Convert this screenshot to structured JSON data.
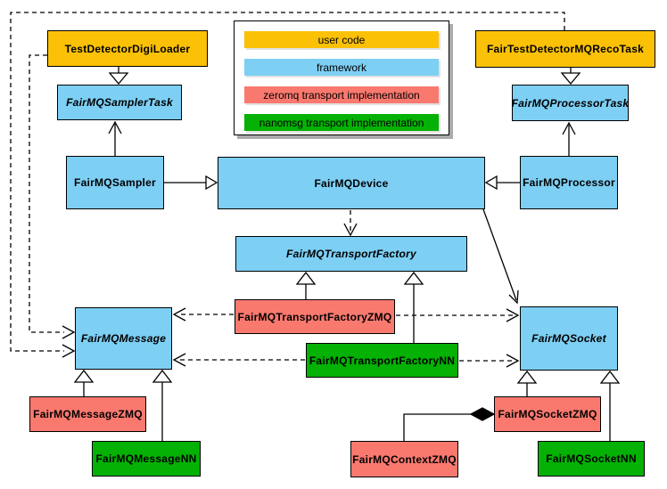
{
  "colors": {
    "user": "#FBC106",
    "framework": "#7DCFF4",
    "zeromq": "#FA796F",
    "nanomsg": "#04B104",
    "line": "#000000",
    "background": "#FFFFFF"
  },
  "legend": {
    "items": [
      {
        "label": "user code",
        "color": "#FBC106",
        "category": "user"
      },
      {
        "label": "framework",
        "color": "#7DCFF4",
        "category": "framework"
      },
      {
        "label": "zeromq transport implementation",
        "color": "#FA796F",
        "category": "zeromq"
      },
      {
        "label": "nanomsg transport implementation",
        "color": "#04B104",
        "category": "nanomsg"
      }
    ]
  },
  "nodes": {
    "test_detector_digi_loader": {
      "label": "TestDetectorDigiLoader",
      "category": "user",
      "abstract": false
    },
    "fair_test_detector_mq_reco_task": {
      "label": "FairTestDetectorMQRecoTask",
      "category": "user",
      "abstract": false
    },
    "fairmq_sampler_task": {
      "label": "FairMQSamplerTask",
      "category": "framework",
      "abstract": true
    },
    "fairmq_processor_task": {
      "label": "FairMQProcessorTask",
      "category": "framework",
      "abstract": true
    },
    "fairmq_sampler": {
      "label": "FairMQSampler",
      "category": "framework",
      "abstract": false
    },
    "fairmq_device": {
      "label": "FairMQDevice",
      "category": "framework",
      "abstract": false
    },
    "fairmq_processor": {
      "label": "FairMQProcessor",
      "category": "framework",
      "abstract": false
    },
    "fairmq_transport_factory": {
      "label": "FairMQTransportFactory",
      "category": "framework",
      "abstract": true
    },
    "fairmq_transport_factory_zmq": {
      "label": "FairMQTransportFactoryZMQ",
      "category": "zeromq",
      "abstract": false
    },
    "fairmq_transport_factory_nn": {
      "label": "FairMQTransportFactoryNN",
      "category": "nanomsg",
      "abstract": false
    },
    "fairmq_message": {
      "label": "FairMQMessage",
      "category": "framework",
      "abstract": true
    },
    "fairmq_socket": {
      "label": "FairMQSocket",
      "category": "framework",
      "abstract": true
    },
    "fairmq_message_zmq": {
      "label": "FairMQMessageZMQ",
      "category": "zeromq",
      "abstract": false
    },
    "fairmq_message_nn": {
      "label": "FairMQMessageNN",
      "category": "nanomsg",
      "abstract": false
    },
    "fairmq_context_zmq": {
      "label": "FairMQContextZMQ",
      "category": "zeromq",
      "abstract": false
    },
    "fairmq_socket_zmq": {
      "label": "FairMQSocketZMQ",
      "category": "zeromq",
      "abstract": false
    },
    "fairmq_socket_nn": {
      "label": "FairMQSocketNN",
      "category": "nanomsg",
      "abstract": false
    }
  },
  "relationships": [
    {
      "from": "TestDetectorDigiLoader",
      "to": "FairMQSamplerTask",
      "type": "inheritance"
    },
    {
      "from": "FairTestDetectorMQRecoTask",
      "to": "FairMQProcessorTask",
      "type": "inheritance"
    },
    {
      "from": "FairMQSampler",
      "to": "FairMQDevice",
      "type": "inheritance"
    },
    {
      "from": "FairMQProcessor",
      "to": "FairMQDevice",
      "type": "inheritance"
    },
    {
      "from": "FairMQTransportFactoryZMQ",
      "to": "FairMQTransportFactory",
      "type": "inheritance"
    },
    {
      "from": "FairMQTransportFactoryNN",
      "to": "FairMQTransportFactory",
      "type": "inheritance"
    },
    {
      "from": "FairMQMessageZMQ",
      "to": "FairMQMessage",
      "type": "inheritance"
    },
    {
      "from": "FairMQMessageNN",
      "to": "FairMQMessage",
      "type": "inheritance"
    },
    {
      "from": "FairMQSocketZMQ",
      "to": "FairMQSocket",
      "type": "inheritance"
    },
    {
      "from": "FairMQSocketNN",
      "to": "FairMQSocket",
      "type": "inheritance"
    },
    {
      "from": "FairMQSampler",
      "to": "FairMQSamplerTask",
      "type": "association"
    },
    {
      "from": "FairMQProcessor",
      "to": "FairMQProcessorTask",
      "type": "association"
    },
    {
      "from": "FairMQDevice",
      "to": "FairMQSocket",
      "type": "association"
    },
    {
      "from": "FairMQDevice",
      "to": "FairMQTransportFactory",
      "type": "dependency"
    },
    {
      "from": "FairMQTransportFactoryZMQ",
      "to": "FairMQMessage",
      "type": "dependency"
    },
    {
      "from": "FairMQTransportFactoryZMQ",
      "to": "FairMQSocket",
      "type": "dependency"
    },
    {
      "from": "FairMQTransportFactoryNN",
      "to": "FairMQMessage",
      "type": "dependency"
    },
    {
      "from": "FairMQTransportFactoryNN",
      "to": "FairMQSocket",
      "type": "dependency"
    },
    {
      "from": "TestDetectorDigiLoader",
      "to": "FairMQMessage",
      "type": "dependency"
    },
    {
      "from": "FairTestDetectorMQRecoTask",
      "to": "FairMQMessage",
      "type": "dependency"
    },
    {
      "from": "FairMQSocketZMQ",
      "to": "FairMQContextZMQ",
      "type": "composition"
    }
  ]
}
